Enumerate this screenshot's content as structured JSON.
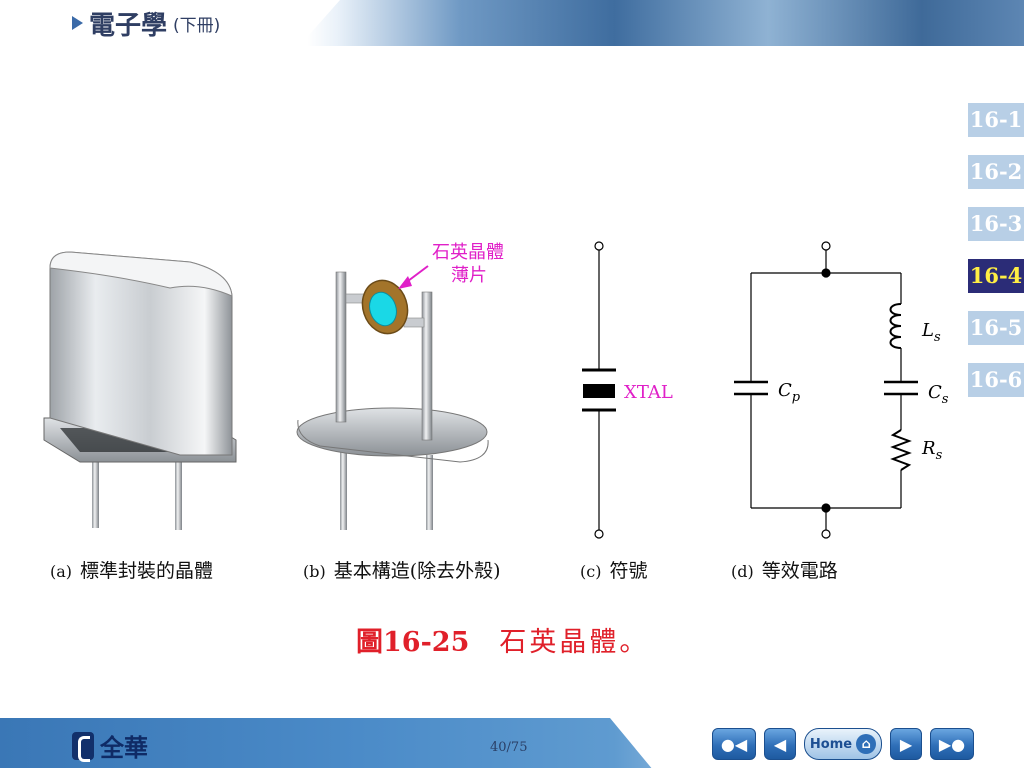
{
  "header": {
    "title_main": "電子學",
    "title_sub": "(下冊)"
  },
  "sections": [
    {
      "label": "16-1",
      "active": false
    },
    {
      "label": "16-2",
      "active": false
    },
    {
      "label": "16-3",
      "active": false
    },
    {
      "label": "16-4",
      "active": true
    },
    {
      "label": "16-5",
      "active": false
    },
    {
      "label": "16-6",
      "active": false
    }
  ],
  "figure": {
    "labels": {
      "quartz_line1": "石英晶體",
      "quartz_line2": "薄片",
      "xtal": "XTAL",
      "cp": "C",
      "cp_sub": "p",
      "ls": "L",
      "ls_sub": "s",
      "cs": "C",
      "cs_sub": "s",
      "rs": "R",
      "rs_sub": "s"
    },
    "captions": {
      "a_tag": "(a)",
      "a_text": "標準封裝的晶體",
      "b_tag": "(b)",
      "b_text": "基本構造(除去外殼)",
      "c_tag": "(c)",
      "c_text": "符號",
      "d_tag": "(d)",
      "d_text": "等效電路"
    },
    "title": "圖16-25",
    "caption": "石英晶體。"
  },
  "footer": {
    "logo_text": "全華",
    "page": "40/75",
    "home_label": "Home"
  },
  "icons": {
    "first": "double-left-arrow-icon",
    "prev": "left-arrow-icon",
    "home": "home-icon",
    "next": "right-arrow-icon",
    "last": "double-right-arrow-icon"
  },
  "colors": {
    "accent": "#e0202a",
    "magenta": "#e020c8",
    "nav_active_bg": "#2b2c77",
    "nav_active_text": "#ffee44",
    "nav_bg": "#b8cfe6"
  }
}
